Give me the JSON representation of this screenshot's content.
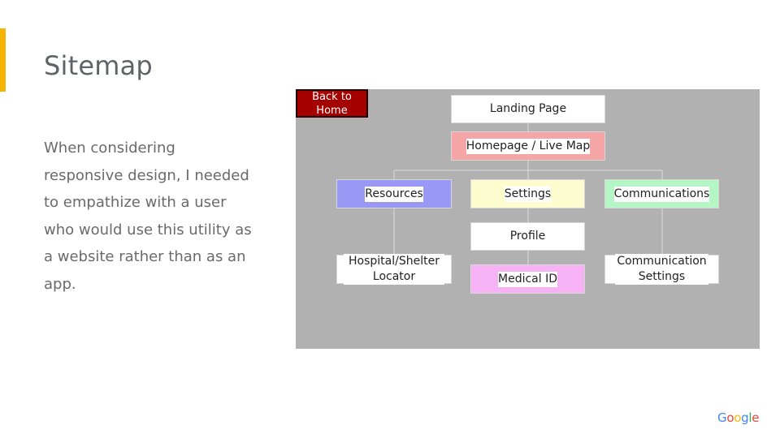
{
  "slide": {
    "title": "Sitemap",
    "body": "When considering responsive design, I needed to empathize with a user who would use this utility as a website rather than as an app."
  },
  "sitemap": {
    "back_button": "Back to Home",
    "nodes": {
      "landing": {
        "label": "Landing Page",
        "color": "#ffffff"
      },
      "homepage": {
        "label": "Homepage / Live Map",
        "color": "#f6a6a6"
      },
      "resources": {
        "label": "Resources",
        "color": "#9999f5"
      },
      "settings": {
        "label": "Settings",
        "color": "#fcfcce"
      },
      "communications": {
        "label": "Communications",
        "color": "#b5f7c4"
      },
      "profile": {
        "label": "Profile",
        "color": "#ffffff"
      },
      "hospital": {
        "label": "Hospital/Shelter Locator",
        "color": "#ffffff"
      },
      "medical_id": {
        "label": "Medical ID",
        "color": "#f6b2f4"
      },
      "comm_settings": {
        "label": "Communication Settings",
        "color": "#ffffff"
      }
    }
  },
  "footer": {
    "logo_letters": [
      "G",
      "o",
      "o",
      "g",
      "l",
      "e"
    ],
    "logo_colors": [
      "#4285f4",
      "#ea4335",
      "#fbbc05",
      "#4285f4",
      "#34a853",
      "#ea4335"
    ]
  }
}
